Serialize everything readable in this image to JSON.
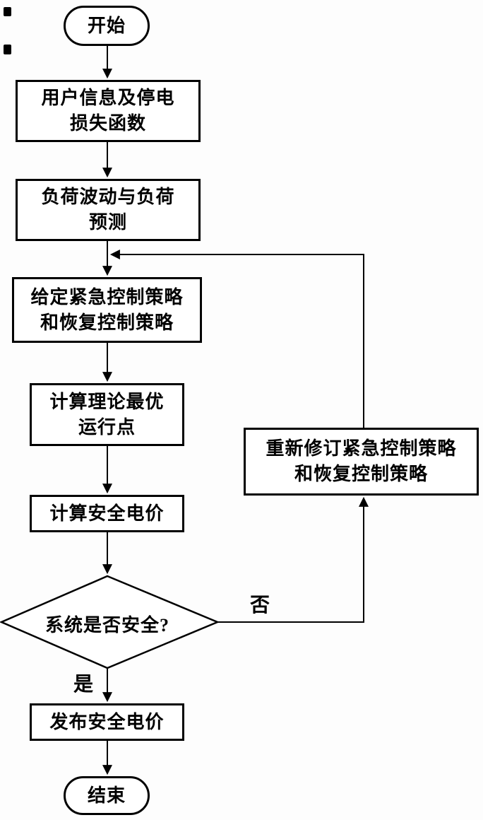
{
  "flowchart": {
    "nodes": {
      "start": {
        "label": "开始"
      },
      "user_info": {
        "line1": "用户信息及停电",
        "line2": "损失函数"
      },
      "load": {
        "line1": "负荷波动与负荷",
        "line2": "预测"
      },
      "strategy": {
        "line1": "给定紧急控制策略",
        "line2": "和恢复控制策略"
      },
      "optimal": {
        "line1": "计算理论最优",
        "line2": "运行点"
      },
      "calc_price": {
        "label": "计算安全电价"
      },
      "decision": {
        "label": "系统是否安全?"
      },
      "revise": {
        "line1": "重新修订紧急控制策略",
        "line2": "和恢复控制策略"
      },
      "publish": {
        "label": "发布安全电价"
      },
      "end": {
        "label": "结束"
      }
    },
    "edge_labels": {
      "no": "否",
      "yes": "是"
    },
    "colors": {
      "stroke": "#000000",
      "node_fill": "#ffffff",
      "background": "#fdfdfd"
    }
  }
}
